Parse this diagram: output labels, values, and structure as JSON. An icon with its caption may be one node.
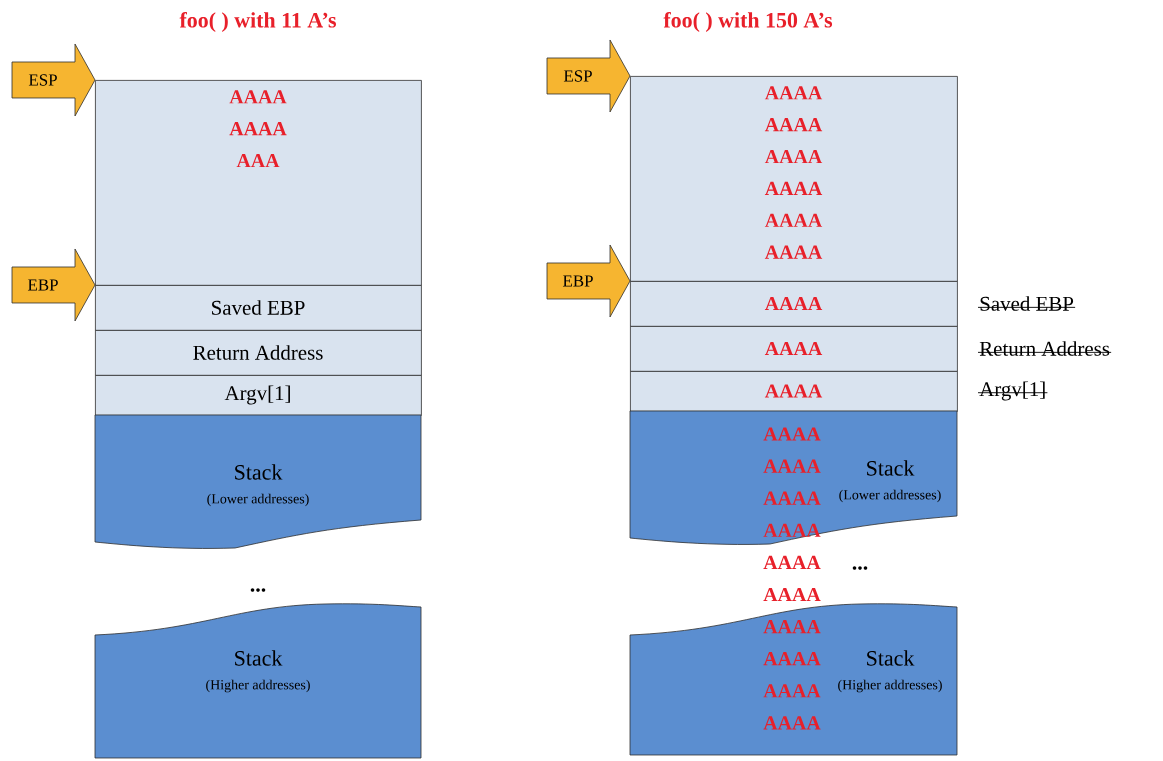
{
  "diagram": {
    "nodes": [
      {
        "text": [
          "ESP"
        ]
      },
      {
        "text": [
          "AAAA AAAA AAA"
        ]
      },
      {
        "text": [
          "EBP"
        ]
      },
      {
        "text": [
          "Saved EBP"
        ]
      },
      {
        "text": [
          "Return Address"
        ]
      },
      {
        "text": [
          "Argv[1]"
        ]
      },
      {
        "text": [
          "Stack",
          "(Lower addresses)"
        ]
      },
      {
        "text": [
          "Stack",
          "(Higher addresses)"
        ]
      },
      {
        "text": [
          "ESP"
        ]
      },
      {
        "text": [
          "AAAA AAAA AAAA AAAA AAAA AAAA"
        ]
      },
      {
        "text": [
          "EBP"
        ]
      },
      {
        "text": [
          "AAAA"
        ],
        "beside": [
          "Saved EBP"
        ]
      },
      {
        "text": [
          "AAAA"
        ],
        "beside": [
          "Return Address"
        ]
      },
      {
        "text": [
          "AAAA"
        ],
        "beside": [
          "Argv[1]"
        ]
      },
      {
        "text": [
          "Stack",
          "(Lower addresses)"
        ]
      },
      {
        "text": [
          "Stack",
          "(Higher addresses)"
        ]
      }
    ],
    "labels": [
      "foo( ) with 11 A’s",
      "foo( ) with 150 A’s",
      "...",
      "...",
      "AAAA",
      "AAAA",
      "AAAA",
      "AAAA",
      "AAAA",
      "AAAA",
      "AAAA",
      "AAAA",
      "AAAA",
      "AAAA"
    ]
  }
}
